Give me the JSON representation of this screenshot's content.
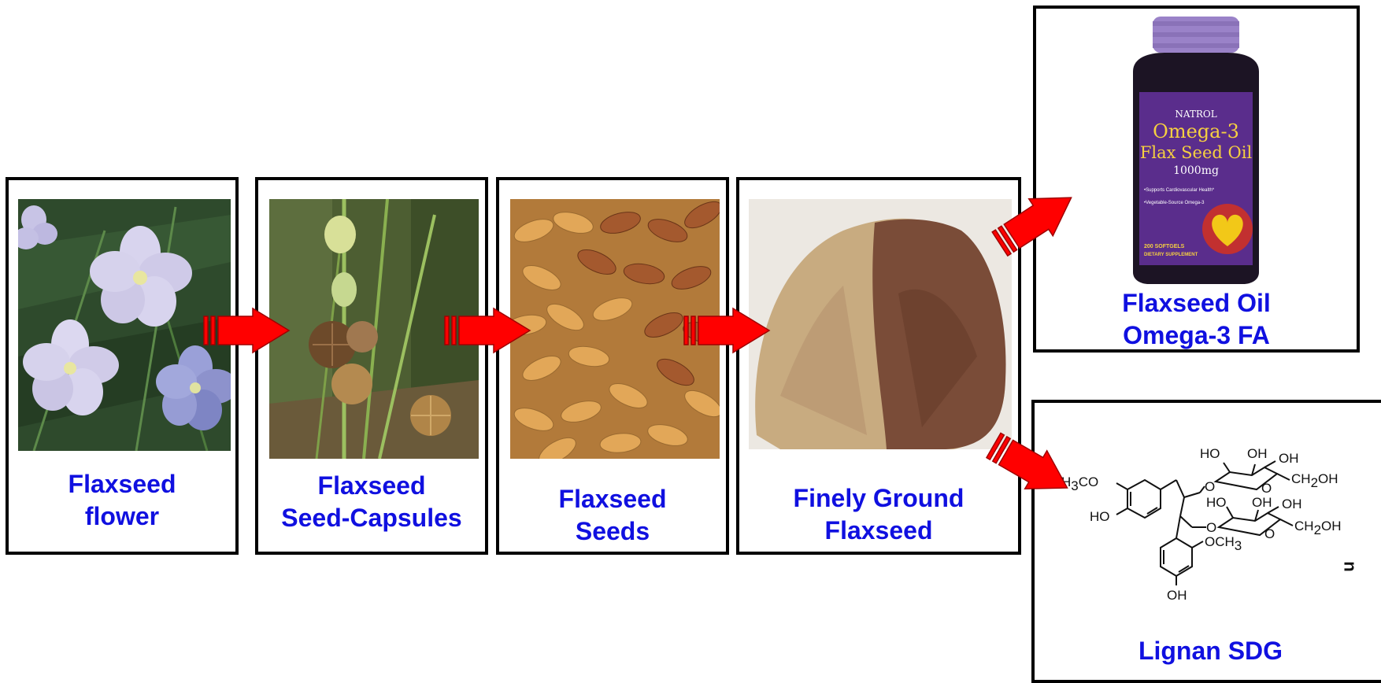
{
  "colors": {
    "caption": "#1010e0",
    "arrow": "#ff0000",
    "border": "#000000"
  },
  "panels": [
    {
      "caption_lines": [
        "Flaxseed",
        "flower"
      ]
    },
    {
      "caption_lines": [
        "Flaxseed",
        "Seed-Capsules"
      ]
    },
    {
      "caption_lines": [
        "Flaxseed",
        "Seeds"
      ]
    },
    {
      "caption_lines": [
        "Finely Ground",
        "Flaxseed"
      ]
    }
  ],
  "oil_panel": {
    "caption_lines": [
      "Flaxseed Oil",
      "Omega-3 FA"
    ],
    "bottle": {
      "brand": "NATROL",
      "line1": "Omega-3",
      "line2": "Flax Seed Oil",
      "dose": "1000mg",
      "bullet1": "•Supports Cardiovascular Health*",
      "bullet2": "•Vegetable-Source Omega-3",
      "count": "200 SOFTGELS",
      "supplement": "DIETARY SUPPLEMENT"
    }
  },
  "lignan_panel": {
    "caption_lines": [
      "Lignan SDG"
    ],
    "n_label": "n",
    "chem": {
      "h3co": "H",
      "h3co_sub": "3",
      "h3co_rest": "CO",
      "ho_left": "HO",
      "och3": "OCH",
      "och3_sub": "3",
      "oh_bottom": "OH",
      "ho_top": "HO",
      "oh_top1": "OH",
      "oh_top2": "OH",
      "ch2oh_1": "CH",
      "ch2oh_1_sub": "2",
      "ch2oh_1_rest": "OH",
      "ho_mid": "HO",
      "oh_mid1": "OH",
      "oh_mid2": "OH",
      "ch2oh_2": "CH",
      "ch2oh_2_sub": "2",
      "ch2oh_2_rest": "OH",
      "o1": "O",
      "o2": "O",
      "o3": "O",
      "o4": "O"
    }
  }
}
